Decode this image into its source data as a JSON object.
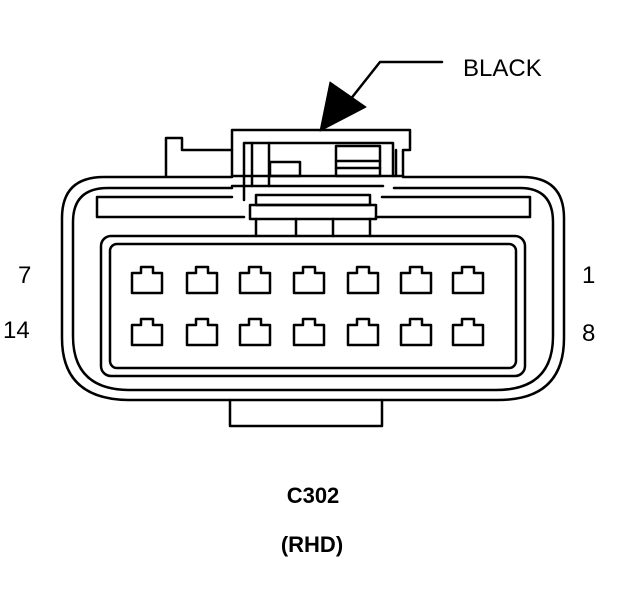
{
  "callout": {
    "color_label": "BLACK"
  },
  "pin_labels": {
    "top_left": "7",
    "bottom_left": "14",
    "top_right": "1",
    "bottom_right": "8"
  },
  "connector": {
    "id": "C302",
    "variant": "(RHD)"
  },
  "colors": {
    "line": "#000000",
    "background": "#ffffff"
  }
}
